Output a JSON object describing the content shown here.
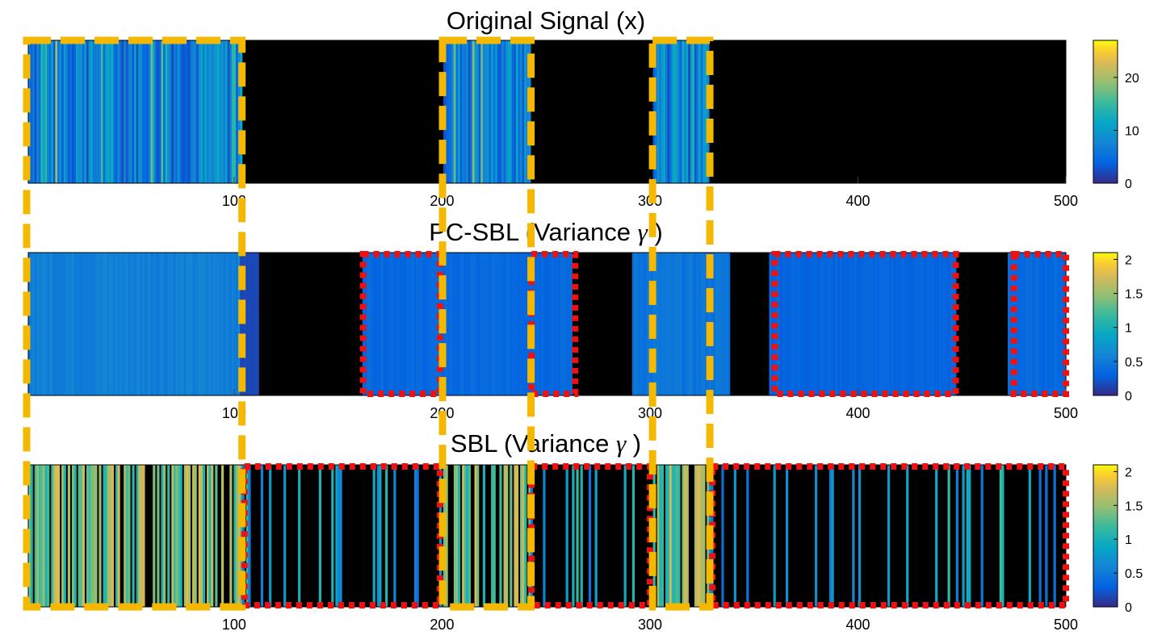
{
  "chart_data": [
    {
      "type": "heatmap",
      "title": "Original Signal (x)",
      "xlim": [
        1,
        500
      ],
      "xticks": [
        100,
        200,
        300,
        400,
        500
      ],
      "colorbar": {
        "min": 0,
        "max": 27,
        "ticks": [
          0,
          10,
          20
        ]
      },
      "colormap": "parula",
      "nonzero_segments": [
        [
          1,
          103
        ],
        [
          201,
          242
        ],
        [
          302,
          328
        ]
      ],
      "zero_value": 0,
      "value_range_in_segments": [
        2,
        16
      ]
    },
    {
      "type": "heatmap",
      "title": "PC-SBL (Variance γ )",
      "title_main": "PC-SBL (Variance ",
      "title_sym": "γ",
      "title_tail": " )",
      "xlim": [
        1,
        500
      ],
      "xticks": [
        100,
        200,
        300,
        400,
        500
      ],
      "colorbar": {
        "min": 0,
        "max": 2.1,
        "ticks": [
          0,
          0.5,
          1,
          1.5,
          2
        ]
      },
      "colormap": "parula",
      "segments": [
        {
          "range": [
            1,
            103
          ],
          "value": 0.55
        },
        {
          "range": [
            103,
            111
          ],
          "value": 0.15
        },
        {
          "range": [
            162,
            262
          ],
          "value": 0.35
        },
        {
          "range": [
            292,
            338
          ],
          "value": 0.45
        },
        {
          "range": [
            358,
            447
          ],
          "value": 0.32
        },
        {
          "range": [
            473,
            500
          ],
          "value": 0.35
        }
      ],
      "false_positive_regions": [
        [
          162,
          199
        ],
        [
          243,
          264
        ],
        [
          360,
          447
        ],
        [
          475,
          500
        ]
      ]
    },
    {
      "type": "heatmap",
      "title": "SBL (Variance γ )",
      "title_main": "SBL (Variance ",
      "title_sym": "γ",
      "title_tail": " )",
      "xlim": [
        1,
        500
      ],
      "xticks": [
        100,
        200,
        300,
        400,
        500
      ],
      "colorbar": {
        "min": 0,
        "max": 2.1,
        "ticks": [
          0,
          0.5,
          1,
          1.5,
          2
        ]
      },
      "colormap": "parula",
      "dense_regions": [
        [
          1,
          103
        ],
        [
          201,
          242
        ],
        [
          302,
          328
        ]
      ],
      "sparse_range": [
        1,
        500
      ],
      "false_positive_regions": [
        [
          105,
          199
        ],
        [
          243,
          300
        ],
        [
          330,
          500
        ]
      ]
    }
  ],
  "true_support_regions": [
    [
      1,
      103
    ],
    [
      201,
      242
    ],
    [
      302,
      328
    ]
  ],
  "colors": {
    "true_support_box": "#f5b800",
    "false_positive_box": "#ee1111",
    "zero_background": "#000000"
  }
}
